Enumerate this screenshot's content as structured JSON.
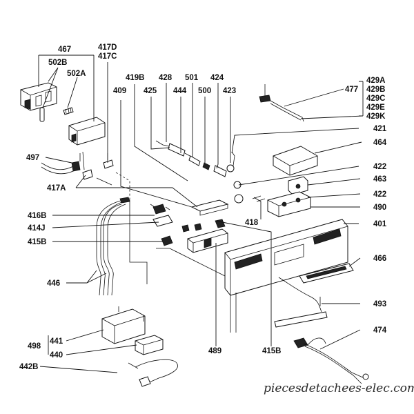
{
  "labels": {
    "l467": "467",
    "l502B": "502B",
    "l502A": "502A",
    "l417D": "417D",
    "l417C": "417C",
    "l419B": "419B",
    "l409": "409",
    "l428": "428",
    "l425": "425",
    "l501": "501",
    "l444": "444",
    "l424": "424",
    "l500": "500",
    "l423": "423",
    "l429A": "429A",
    "l477": "477",
    "l429B": "429B",
    "l429C": "429C",
    "l429E": "429E",
    "l429K": "429K",
    "l421": "421",
    "l464": "464",
    "l497": "497",
    "l422a": "422",
    "l463": "463",
    "l417A": "417A",
    "l422b": "422",
    "l490": "490",
    "l416B": "416B",
    "l418": "418",
    "l401": "401",
    "l414J": "414J",
    "l415B": "415B",
    "l466": "466",
    "l446": "446",
    "l493": "493",
    "l474": "474",
    "l441": "441",
    "l498": "498",
    "l440": "440",
    "l489": "489",
    "l415Bb": "415B",
    "l442B": "442B"
  },
  "watermark": "piecesdetachees-elec.com"
}
